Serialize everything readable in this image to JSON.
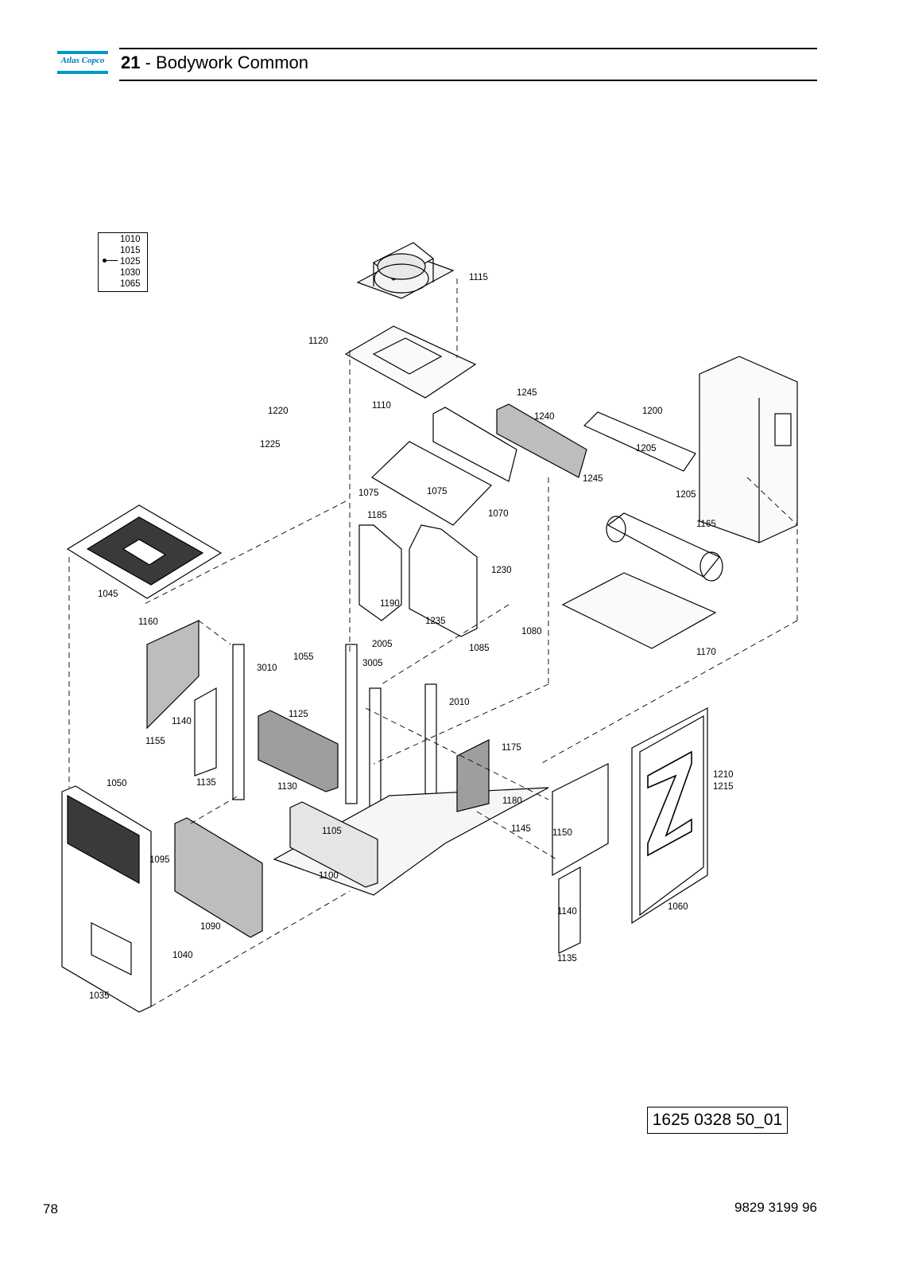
{
  "header": {
    "brand": "Atlas Copco",
    "section_number": "21",
    "section_title": " - Bodywork Common"
  },
  "legend_labels": [
    "1010",
    "1015",
    "1025",
    "1030",
    "1065"
  ],
  "part_labels": [
    "1115",
    "1120",
    "1110",
    "1220",
    "1225",
    "1245",
    "1240",
    "1200",
    "1205",
    "1245",
    "1205",
    "1075",
    "1075",
    "1070",
    "1185",
    "1230",
    "1165",
    "1190",
    "1235",
    "1080",
    "1085",
    "1045",
    "1160",
    "2005",
    "1055",
    "3005",
    "3010",
    "1170",
    "2010",
    "1140",
    "1155",
    "1125",
    "1175",
    "1135",
    "1130",
    "1050",
    "1180",
    "1105",
    "1210",
    "1215",
    "1145",
    "1150",
    "1095",
    "1100",
    "1060",
    "1090",
    "1140",
    "1040",
    "1135",
    "1035"
  ],
  "drawing_number": "1625 0328 50_01",
  "footer": {
    "page_number": "78",
    "document_number": "9829 3199 96"
  }
}
